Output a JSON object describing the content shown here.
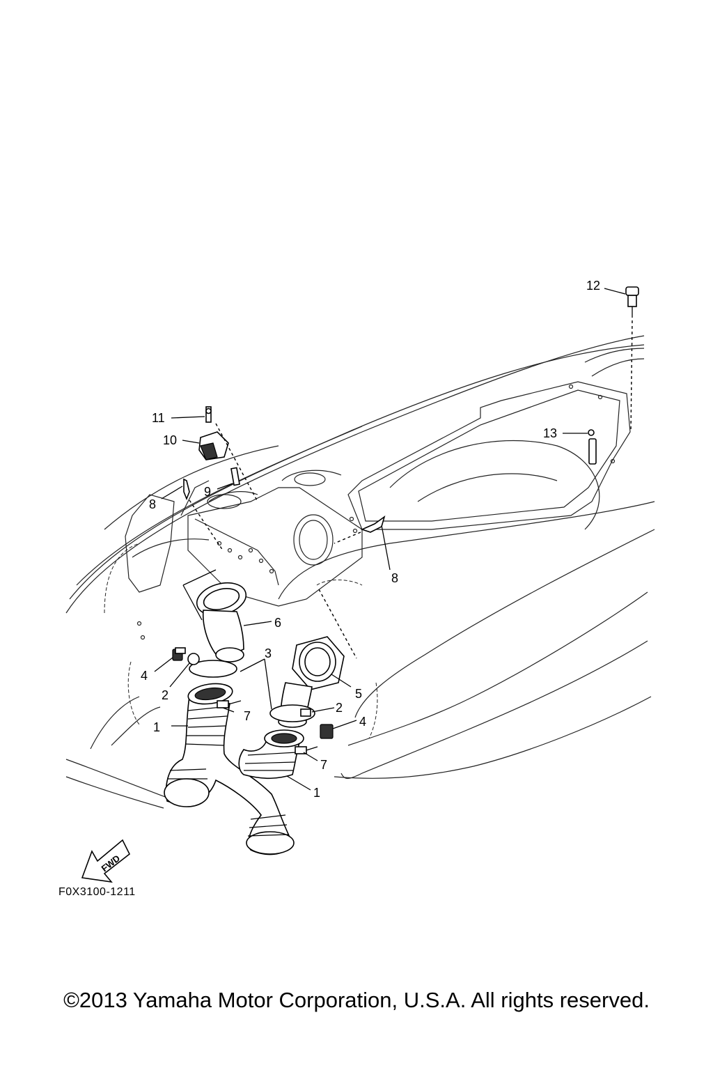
{
  "callouts": {
    "c1a": "1",
    "c1b": "1",
    "c2a": "2",
    "c2b": "2",
    "c3": "3",
    "c4a": "4",
    "c4b": "4",
    "c5": "5",
    "c6": "6",
    "c7a": "7",
    "c7b": "7",
    "c8a": "8",
    "c8b": "8",
    "c9": "9",
    "c10": "10",
    "c11": "11",
    "c12": "12",
    "c13": "13"
  },
  "fwd_label": "FWD",
  "figure_code": "F0X3100-1211",
  "copyright": "©2013 Yamaha Motor Corporation, U.S.A. All rights reserved."
}
